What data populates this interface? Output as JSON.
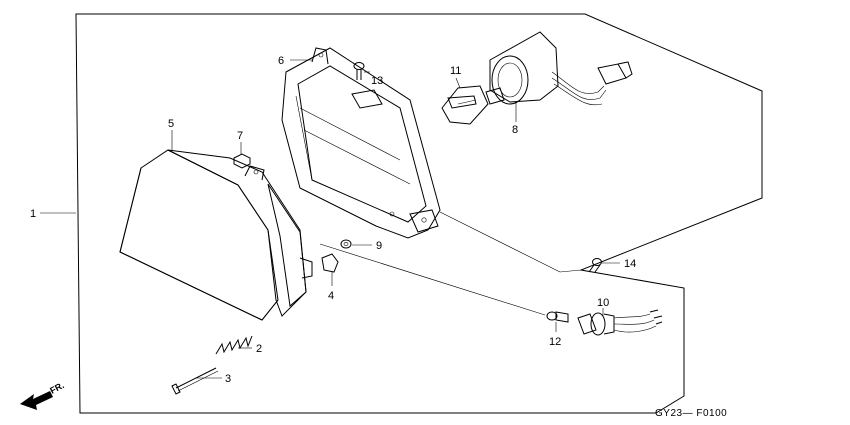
{
  "diagram": {
    "reference_code": "GY23— F0100",
    "direction_arrow": "FR.",
    "parts": [
      {
        "no": "1"
      },
      {
        "no": "2"
      },
      {
        "no": "3"
      },
      {
        "no": "4"
      },
      {
        "no": "5"
      },
      {
        "no": "6"
      },
      {
        "no": "7"
      },
      {
        "no": "8"
      },
      {
        "no": "9"
      },
      {
        "no": "10"
      },
      {
        "no": "11"
      },
      {
        "no": "12"
      },
      {
        "no": "13"
      },
      {
        "no": "14"
      }
    ]
  }
}
